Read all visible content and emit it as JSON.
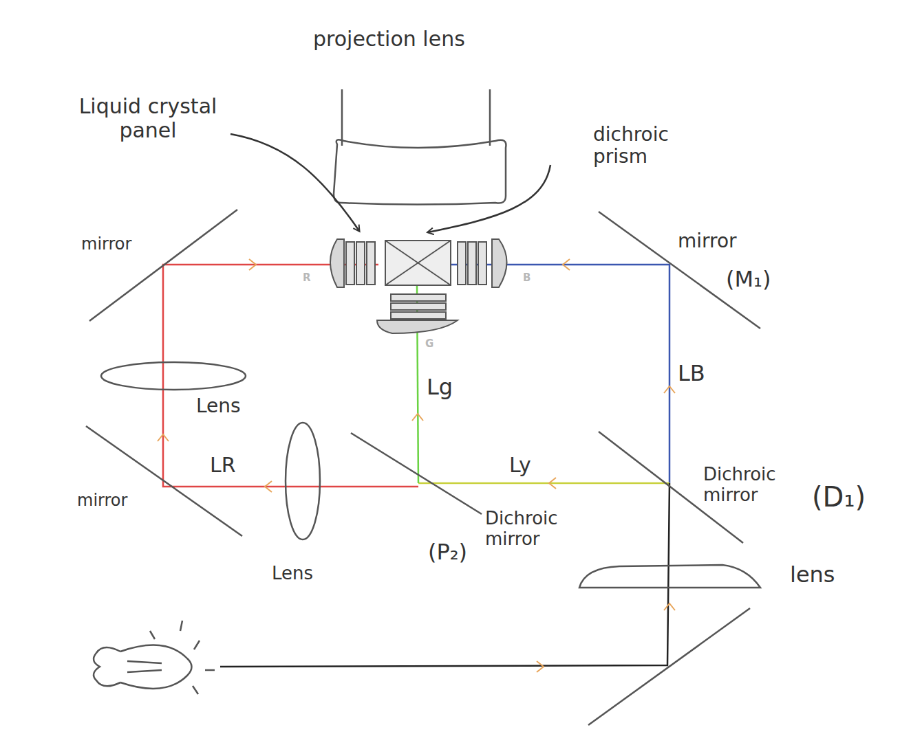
{
  "diagram": {
    "labels": [
      "projection lens",
      "Liquid crystal panel",
      "dichroic prism",
      "R",
      "B",
      "G",
      "mirror",
      "mirror",
      "(M₁)",
      "Lens",
      "LB",
      "Lg",
      "Ly",
      "LR",
      "mirror",
      "Lens",
      "Dichroic mirror",
      "(D₁)",
      "Dichroic mirror",
      "(P₂)",
      "lens"
    ]
  }
}
